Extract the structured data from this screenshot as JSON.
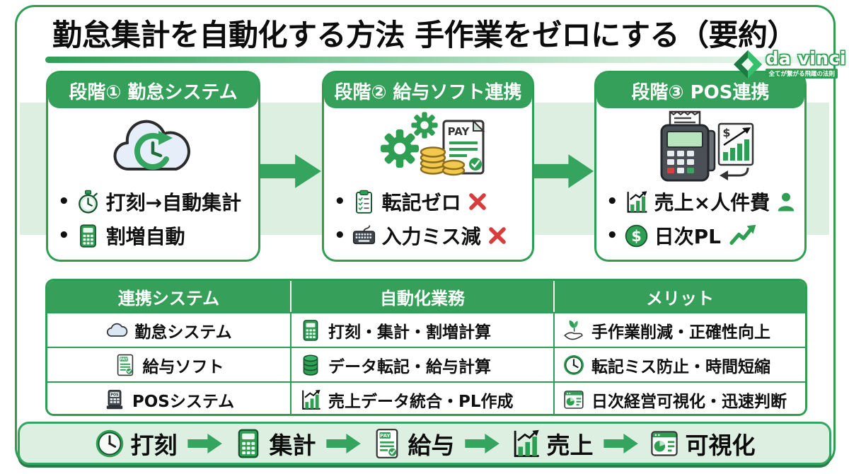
{
  "page": {
    "title": "勤怠集計を自動化する方法 手作業をゼロにする（要約）"
  },
  "logo": {
    "name": "da vinci",
    "tagline": "全てが繋がる飛躍の法則",
    "icon": "diamond-gem-icon"
  },
  "stages": [
    {
      "header": "段階① 勤怠システム",
      "main_icon": "cloud-sync-clock-icon",
      "bullets": [
        {
          "icon": "stopwatch-icon",
          "text": "打刻→自動集計"
        },
        {
          "icon": "calculator-icon",
          "text": "割増自動"
        }
      ]
    },
    {
      "header": "段階② 給与ソフト連携",
      "main_icon": "gears-coins-pay-document-icon",
      "bullets": [
        {
          "icon": "clipboard-icon",
          "text": "転記ゼロ",
          "suffix_icon": "red-x-icon"
        },
        {
          "icon": "keyboard-icon",
          "text": "入力ミス減",
          "suffix_icon": "red-x-icon"
        }
      ]
    },
    {
      "header": "段階③ POS連携",
      "main_icon": "pos-terminal-chart-icon",
      "bullets": [
        {
          "icon": "bar-chart-icon",
          "text": "売上×人件費",
          "suffix_icon": "person-icon"
        },
        {
          "icon": "dollar-coin-icon",
          "text": "日次PL",
          "suffix_icon": "trend-up-icon"
        }
      ]
    }
  ],
  "table": {
    "headers": [
      "連携システム",
      "自動化業務",
      "メリット"
    ],
    "rows": [
      [
        {
          "icon": "cloud-icon",
          "text": "勤怠システム"
        },
        {
          "icon": "calculator-icon",
          "text": "打刻・集計・割増計算"
        },
        {
          "icon": "hand-leaf-icon",
          "text": "手作業削減・正確性向上"
        }
      ],
      [
        {
          "icon": "pay-document-icon",
          "text": "給与ソフト"
        },
        {
          "icon": "database-icon",
          "text": "データ転記・給与計算"
        },
        {
          "icon": "clock-icon",
          "text": "転記ミス防止・時間短縮"
        }
      ],
      [
        {
          "icon": "pos-terminal-icon",
          "text": "POSシステム"
        },
        {
          "icon": "bar-chart-icon",
          "text": "売上データ統合・PL作成"
        },
        {
          "icon": "dashboard-pie-icon",
          "text": "日次経営可視化・迅速判断"
        }
      ]
    ]
  },
  "flow": {
    "steps": [
      {
        "icon": "clock-icon",
        "label": "打刻"
      },
      {
        "icon": "calculator-icon",
        "label": "集計"
      },
      {
        "icon": "pay-document-icon",
        "label": "給与"
      },
      {
        "icon": "bar-chart-icon",
        "label": "売上"
      },
      {
        "icon": "dashboard-pie-icon",
        "label": "可視化"
      }
    ],
    "arrow_icon": "right-arrow-icon"
  },
  "colors": {
    "primary_green": "#2e9e52",
    "header_green": "#34a05a",
    "light_green_band": "#dcefe1",
    "red_x": "#d83c3c",
    "coin_gold": "#f2c94c"
  }
}
